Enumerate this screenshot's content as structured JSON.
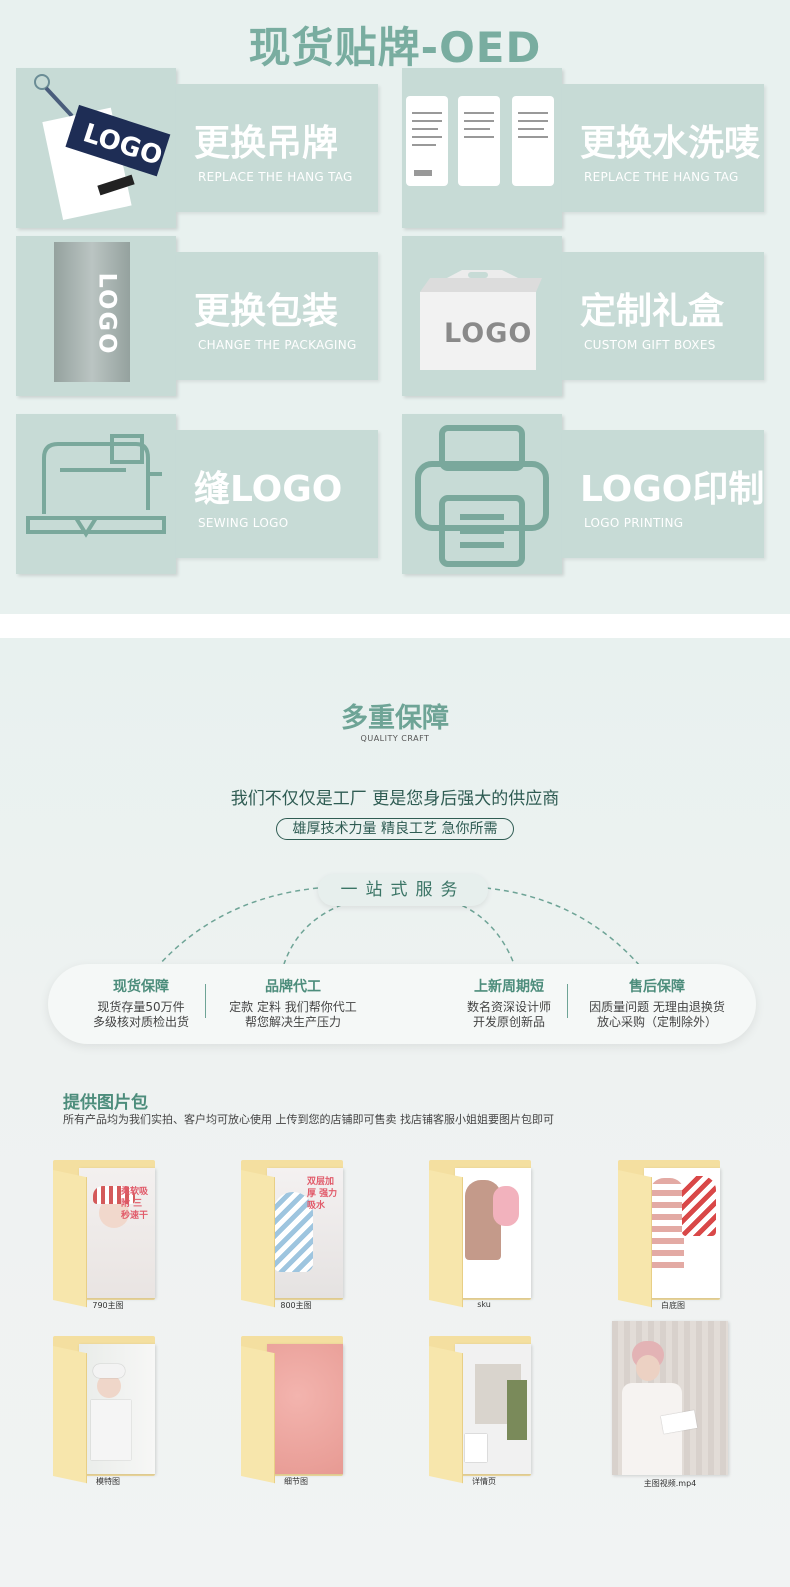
{
  "section1": {
    "title": "现货贴牌-OED",
    "cards": [
      {
        "cn": "更换吊牌",
        "en": "REPLACE THE HANG TAG",
        "image_text": "LOGO"
      },
      {
        "cn": "更换水洗唛",
        "en": "REPLACE THE HANG TAG"
      },
      {
        "cn": "更换包装",
        "en": "CHANGE THE PACKAGING",
        "image_text": "LOGO"
      },
      {
        "cn": "定制礼盒",
        "en": "CUSTOM GIFT BOXES",
        "image_text": "LOGO"
      },
      {
        "cn": "缝LOGO",
        "en": "SEWING LOGO",
        "icon": "sewing-machine-icon"
      },
      {
        "cn": "LOGO印制",
        "en": "LOGO PRINTING",
        "icon": "printer-icon"
      }
    ]
  },
  "section2": {
    "title": "多重保障",
    "subtitle": "QUALITY CRAFT",
    "line": "我们不仅仅是工厂 更是您身后强大的供应商",
    "pill": "雄厚技术力量 精良工艺 急你所需",
    "one_stop": "一站式服务",
    "services": [
      {
        "title": "现货保障",
        "lines": [
          "现货存量50万件",
          "多级核对质检出货"
        ]
      },
      {
        "title": "品牌代工",
        "lines": [
          "定款 定料 我们帮你代工",
          "帮您解决生产压力"
        ]
      },
      {
        "title": "上新周期短",
        "lines": [
          "数名资深设计师",
          "开发原创新品"
        ]
      },
      {
        "title": "售后保障",
        "lines": [
          "因质量问题 无理由退换货",
          "放心采购（定制除外）"
        ]
      }
    ]
  },
  "package": {
    "title": "提供图片包",
    "desc": "所有产品均为我们实拍、客户均可放心使用 上传到您的店铺即可售卖 找店铺客服小姐姐要图片包即可",
    "folders": [
      {
        "caption": "790主图",
        "thumb_text": "柔软吸附 三秒速干"
      },
      {
        "caption": "800主图",
        "thumb_text": "双层加厚 强力吸水"
      },
      {
        "caption": "sku"
      },
      {
        "caption": "白底图"
      },
      {
        "caption": "模特图"
      },
      {
        "caption": "细节图"
      },
      {
        "caption": "详情页"
      },
      {
        "caption": "主图视频.mp4",
        "type": "video"
      }
    ]
  },
  "colors": {
    "accent": "#79ada0",
    "card_bg": "#c7dbd6",
    "dark_text": "#2f5c53",
    "service_title": "#4d8d7c"
  }
}
